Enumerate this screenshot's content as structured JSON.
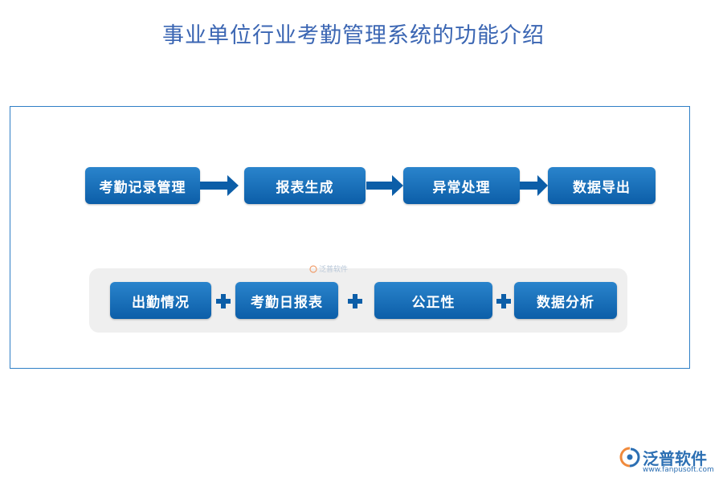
{
  "title": "事业单位行业考勤管理系统的功能介绍",
  "flow": {
    "steps": [
      "考勤记录管理",
      "报表生成",
      "异常处理",
      "数据导出"
    ]
  },
  "features": {
    "items": [
      "出勤情况",
      "考勤日报表",
      "公正性",
      "数据分析"
    ]
  },
  "watermark": "泛普软件",
  "logo": {
    "name": "泛普软件",
    "url": "www.fanpusoft.com"
  },
  "colors": {
    "box": "#0c5ea8",
    "title": "#3b66b3",
    "panel": "#efefef"
  }
}
